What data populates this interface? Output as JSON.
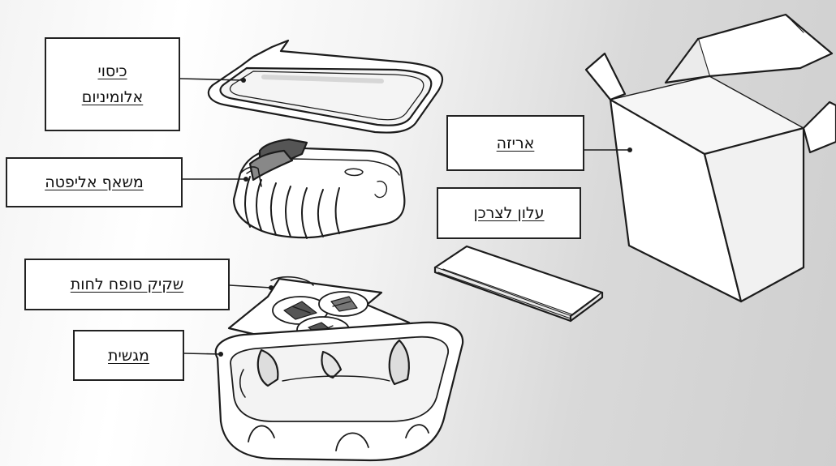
{
  "labels": {
    "lid": [
      "כיסוי",
      "אלומיניום"
    ],
    "nebulizer": "משאף אליפטה",
    "desiccant_bag": "שקיק סופח לחות",
    "tray": "מגשית",
    "box": "אריזה",
    "leaflet": "עלון לצרכן"
  }
}
